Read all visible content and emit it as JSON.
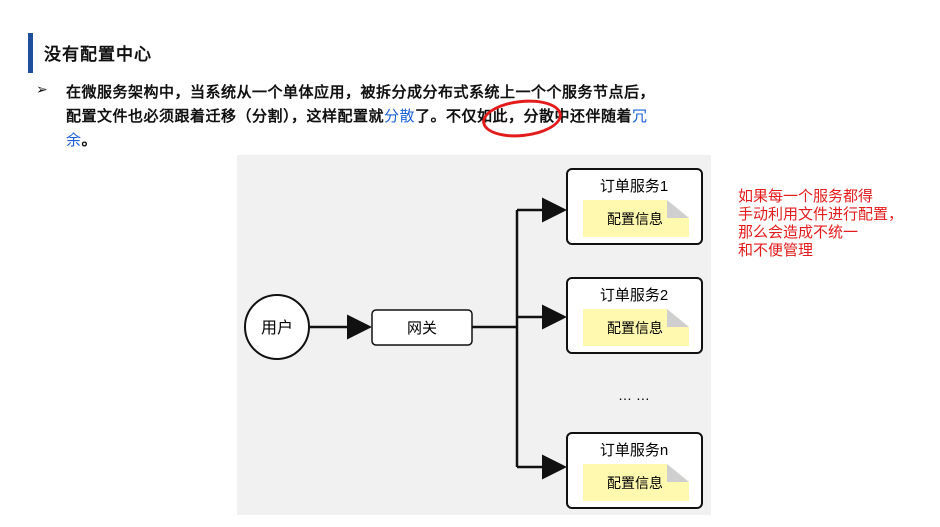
{
  "header": {
    "title": "没有配置中心"
  },
  "bullet": {
    "marker": "➢",
    "line1": "在微服务架构中，当系统从一个单体应用，被拆分成分布式系统上一个个服务节点后，",
    "line2_prefix": "配置文件也必须跟着迁移（分割），这样配置就",
    "line2_highlight": "分散",
    "line2_suffix": "了。不仅如此，分散中还伴随着",
    "line2_highlight2": "冗",
    "line3_highlight": "余",
    "line3_suffix": "。"
  },
  "diagram": {
    "user_label": "用户",
    "gateway_label": "网关",
    "services": [
      {
        "title": "订单服务1",
        "config": "配置信息"
      },
      {
        "title": "订单服务2",
        "config": "配置信息"
      },
      {
        "title": "订单服务n",
        "config": "配置信息"
      }
    ],
    "ellipsis": "… …"
  },
  "note": {
    "lines": [
      "如果每一个服务都得",
      "手动利用文件进行配置，",
      "那么会造成不统一",
      "和不便管理"
    ]
  },
  "colors": {
    "accent": "#1f4e9c",
    "highlight_blue": "#1a5fd6",
    "note_red": "#e31b1b",
    "config_yellow": "#fff9b0"
  }
}
